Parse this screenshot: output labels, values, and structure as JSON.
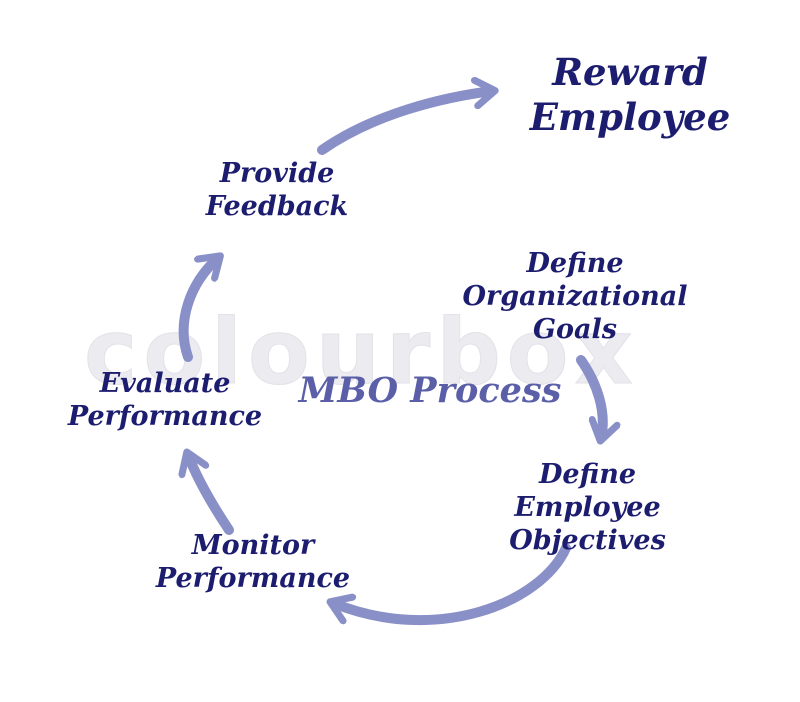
{
  "diagram": {
    "title": "MBO Process",
    "watermark": "colourbox",
    "colors": {
      "node_text": "#1d1d70",
      "title_text": "#5a5fa8",
      "arrow": "#8990c7",
      "watermark": "#ebebf0",
      "background": "#ffffff"
    },
    "nodes": [
      {
        "id": "define-organizational-goals",
        "label": "Define\nOrganizational\nGoals"
      },
      {
        "id": "define-employee-objectives",
        "label": "Define\nEmployee\nObjectives"
      },
      {
        "id": "monitor-performance",
        "label": "Monitor\nPerformance"
      },
      {
        "id": "evaluate-performance",
        "label": "Evaluate\nPerformance"
      },
      {
        "id": "provide-feedback",
        "label": "Provide\nFeedback"
      },
      {
        "id": "reward-employee",
        "label": "Reward\nEmployee"
      }
    ],
    "edges": [
      {
        "from": "define-organizational-goals",
        "to": "define-employee-objectives"
      },
      {
        "from": "define-employee-objectives",
        "to": "monitor-performance"
      },
      {
        "from": "monitor-performance",
        "to": "evaluate-performance"
      },
      {
        "from": "evaluate-performance",
        "to": "provide-feedback"
      },
      {
        "from": "provide-feedback",
        "to": "reward-employee"
      }
    ]
  }
}
